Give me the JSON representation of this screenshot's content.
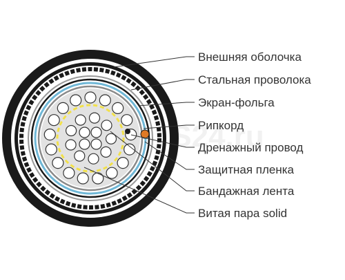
{
  "diagram": {
    "callouts": [
      {
        "label": "Внешняя оболочка"
      },
      {
        "label": "Стальная проволока"
      },
      {
        "label": "Экран-фольга"
      },
      {
        "label": "Рипкорд"
      },
      {
        "label": "Дренажный провод"
      },
      {
        "label": "Защитная пленка"
      },
      {
        "label": "Бандажная лента"
      },
      {
        "label": "Витая пара solid"
      }
    ],
    "watermark": "ENS24.ru"
  },
  "colors": {
    "outer_sheath": "#1a1a1a",
    "steel_wire": "#9a9a9a",
    "foil_screen": "#6fb7d6",
    "ripcord": "#e07a26",
    "binder_tape": "#f2e14a",
    "leader_lines": "#333333",
    "label_text": "#333333"
  }
}
